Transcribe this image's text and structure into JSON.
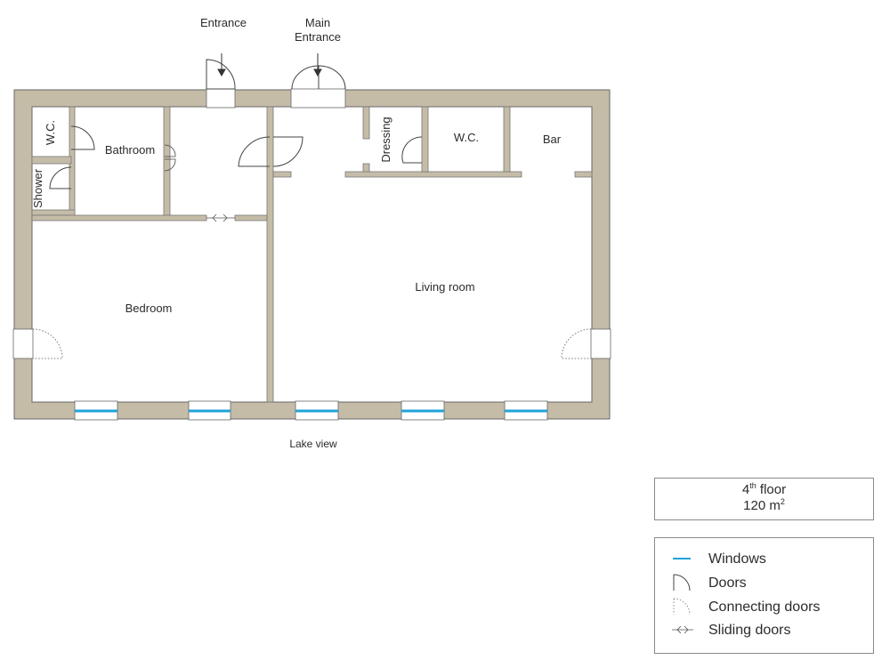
{
  "rooms": {
    "wc_left": "W.C.",
    "shower": "Shower",
    "bathroom": "Bathroom",
    "bedroom": "Bedroom",
    "living_room": "Living room",
    "dressing": "Dressing",
    "wc_right": "W.C.",
    "bar": "Bar"
  },
  "entrances": {
    "entrance": "Entrance",
    "main_entrance_line1": "Main",
    "main_entrance_line2": "Entrance"
  },
  "lake_view": "Lake view",
  "info": {
    "floor_number": "4",
    "floor_suffix": "th",
    "floor_word": " floor",
    "area_value": "120 m",
    "area_exp": "2"
  },
  "legend": [
    {
      "label": "Windows",
      "icon": "window-line-icon"
    },
    {
      "label": "Doors",
      "icon": "door-swing-icon"
    },
    {
      "label": "Connecting doors",
      "icon": "connecting-door-icon"
    },
    {
      "label": "Sliding doors",
      "icon": "sliding-door-icon"
    }
  ],
  "colors": {
    "wall": "#c5bca8",
    "window": "#1fa3d9",
    "line": "#555555"
  }
}
